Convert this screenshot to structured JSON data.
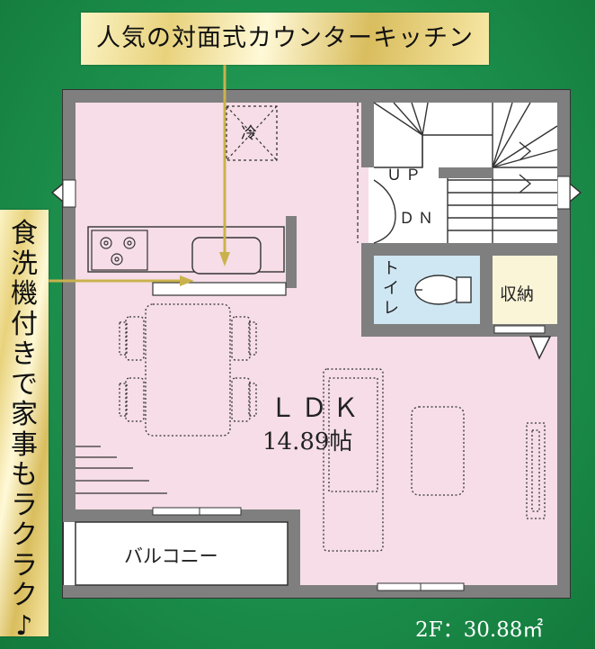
{
  "callouts": {
    "top": "人気の対面式カウンターキッチン",
    "side": [
      "食",
      "洗",
      "機",
      "付",
      "き",
      "で",
      "家",
      "事",
      "も",
      "ラ",
      "ク",
      "ラ",
      "ク",
      "♪"
    ]
  },
  "rooms": {
    "ldk_label": "ＬＤＫ",
    "ldk_size": "14.89帖",
    "balcony": "バルコニー",
    "toilet": [
      "ト",
      "イ",
      "レ"
    ],
    "storage": "収納",
    "fridge": "冷",
    "stairs_up": "ＵＰ",
    "stairs_down": "ＤＮ"
  },
  "floor_area": "2F：30.88㎡",
  "colors": {
    "background": "#1f9450",
    "wall": "#7f7f7f",
    "ldk_floor": "#f6dde7",
    "toilet_floor": "#cfe7f3",
    "storage_floor": "#fbf5d8",
    "leader_line": "#c9b24e"
  }
}
